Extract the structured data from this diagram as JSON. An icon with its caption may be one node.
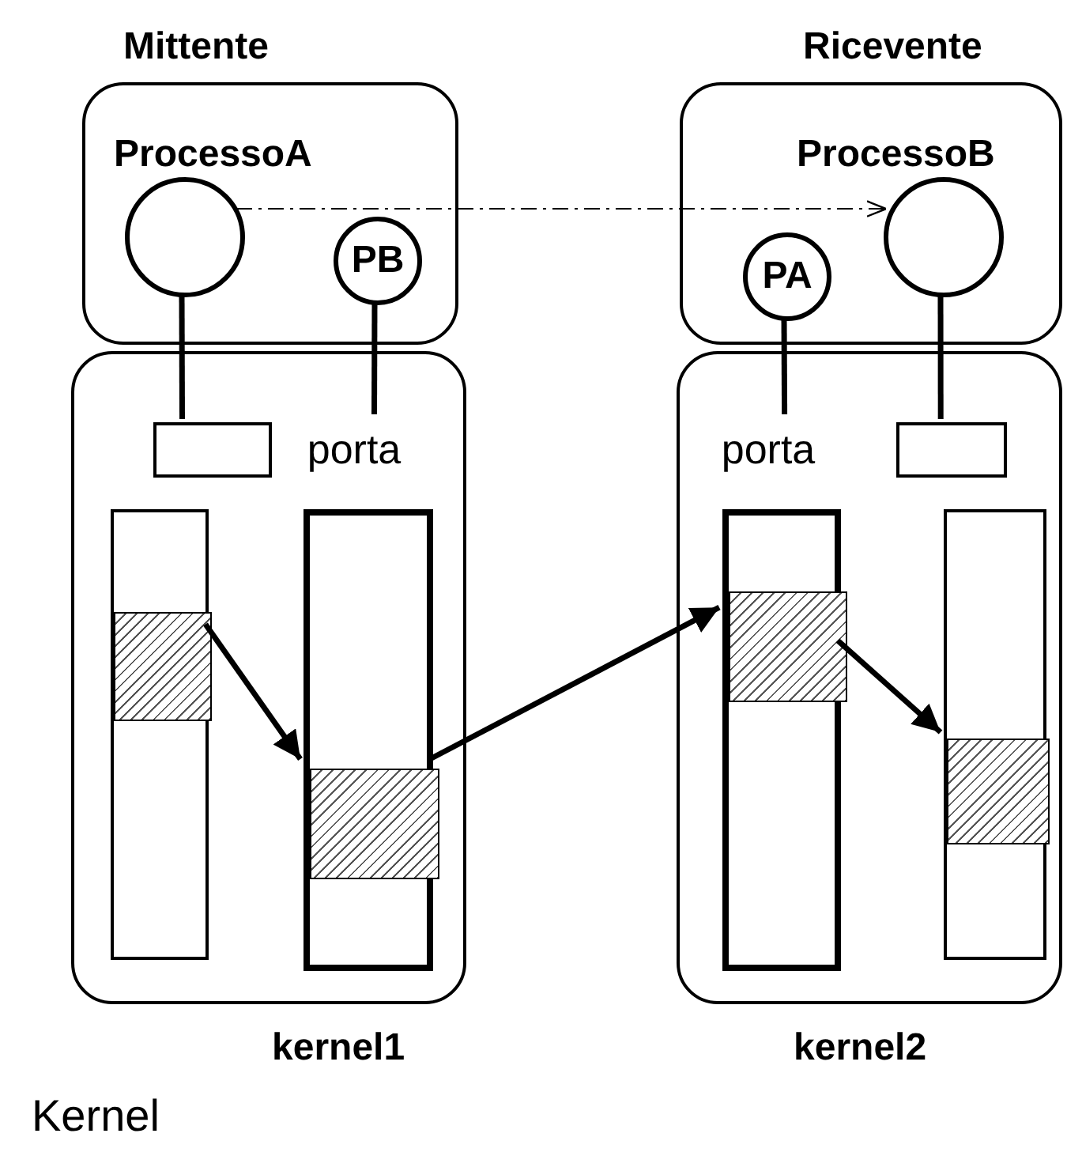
{
  "diagram": {
    "caption": "Kernel",
    "nodes": [
      {
        "text": [
          "ProcessoA"
        ]
      },
      {
        "text": [],
        "shape": "circle",
        "in": 0
      },
      {
        "text": [
          "PB"
        ],
        "in": 0
      },
      {
        "text": [
          "kernel1"
        ]
      },
      {
        "text": [],
        "shape": "box",
        "in": 3
      },
      {
        "text": [
          "porta"
        ],
        "in": 3
      },
      {
        "text": [],
        "shape": "bar",
        "in": 3
      },
      {
        "text": [],
        "shape": "box",
        "in": 6
      },
      {
        "text": [],
        "shape": "bar",
        "in": 3
      },
      {
        "text": [],
        "shape": "box",
        "in": 8
      },
      {
        "text": [
          "ProcessoB"
        ]
      },
      {
        "text": [
          "PA"
        ],
        "in": 10
      },
      {
        "text": [],
        "shape": "circle",
        "in": 10
      },
      {
        "text": [
          "kernel2"
        ]
      },
      {
        "text": [
          "porta"
        ],
        "in": 13
      },
      {
        "text": [],
        "shape": "box",
        "in": 13
      },
      {
        "text": [],
        "shape": "bar",
        "in": 13
      },
      {
        "text": [],
        "shape": "box",
        "in": 16
      },
      {
        "text": [],
        "shape": "bar",
        "in": 13
      },
      {
        "text": [],
        "shape": "box",
        "in": 18
      }
    ],
    "edges": [
      {
        "from": 1,
        "to": 4,
        "arrow": "none"
      },
      {
        "from": 2,
        "to": 5,
        "arrow": "none"
      },
      {
        "from": 1,
        "to": 12,
        "arrow": "to",
        "style": "dashed"
      },
      {
        "from": 7,
        "to": 9,
        "arrow": "to"
      },
      {
        "from": 9,
        "to": 17,
        "arrow": "to"
      },
      {
        "from": 17,
        "to": 19,
        "arrow": "to"
      },
      {
        "from": 11,
        "to": 14,
        "arrow": "none"
      },
      {
        "from": 12,
        "to": 15,
        "arrow": "none"
      }
    ],
    "labels": [
      "Mittente",
      "Ricevente"
    ]
  }
}
